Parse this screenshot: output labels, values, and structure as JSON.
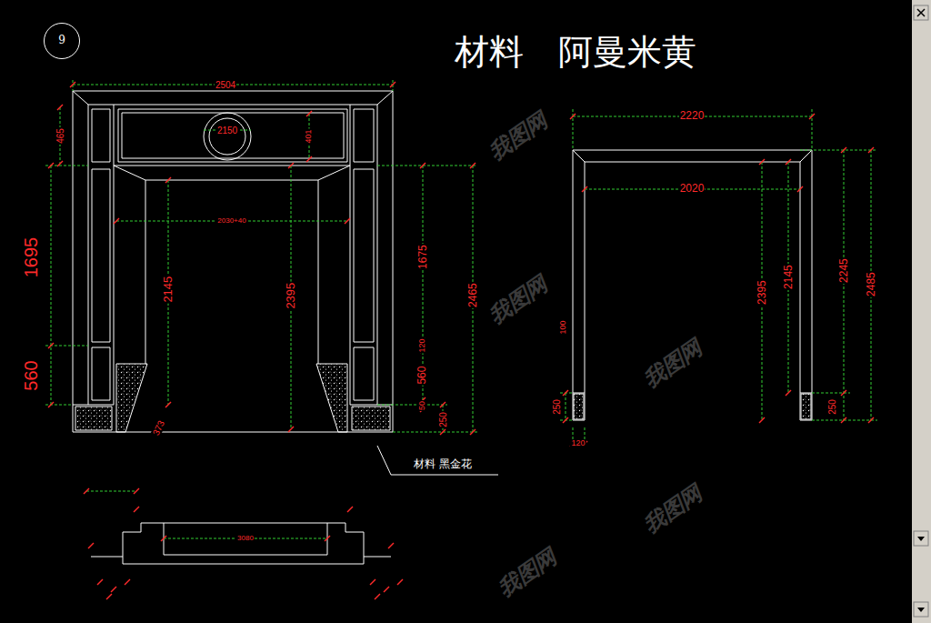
{
  "diagram": {
    "title": "材料　阿曼米黄",
    "nodes": [
      {
        "text": [
          "9"
        ]
      }
    ],
    "labels": [
      "2504",
      "465",
      "1695",
      "560",
      "2150",
      "401",
      "2030+40",
      "2145",
      "2395",
      "1675",
      "120",
      "560",
      "50",
      "250",
      "2465",
      "373",
      "材料 黑金花",
      "2220",
      "2020",
      "2395",
      "2145",
      "2245",
      "2485",
      "100",
      "250",
      "120",
      "250",
      "3080",
      "我图网",
      "我图网",
      "我图网",
      "我图网",
      "我图网"
    ]
  }
}
